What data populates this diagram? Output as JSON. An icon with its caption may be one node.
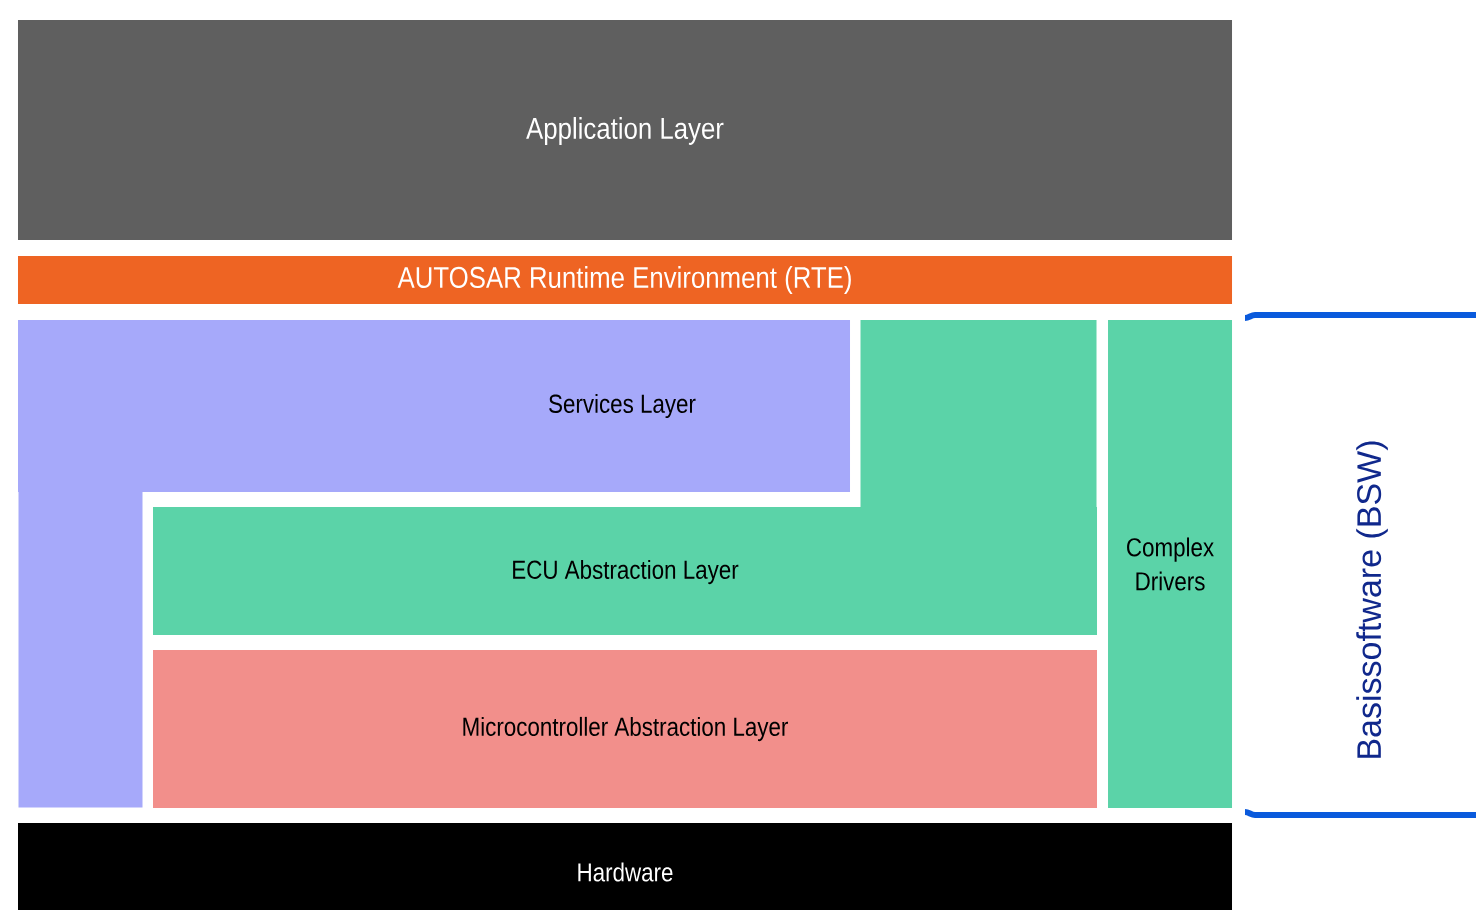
{
  "diagram": {
    "nodes": [
      {
        "text": [
          "Application Layer"
        ]
      },
      {
        "text": [
          "AUTOSAR Runtime Environment (RTE)"
        ]
      },
      {
        "text": [
          "Services Layer"
        ]
      },
      {
        "text": [
          "ECU Abstraction Layer"
        ]
      },
      {
        "text": [
          "Microcontroller Abstraction Layer"
        ]
      },
      {
        "text": [
          "Complex Drivers"
        ]
      },
      {
        "text": [
          "Hardware"
        ]
      },
      {
        "text": [],
        "shape": "box"
      },
      {
        "text": [],
        "shape": "box"
      }
    ],
    "labels": [
      "Basissoftware (BSW)"
    ]
  }
}
